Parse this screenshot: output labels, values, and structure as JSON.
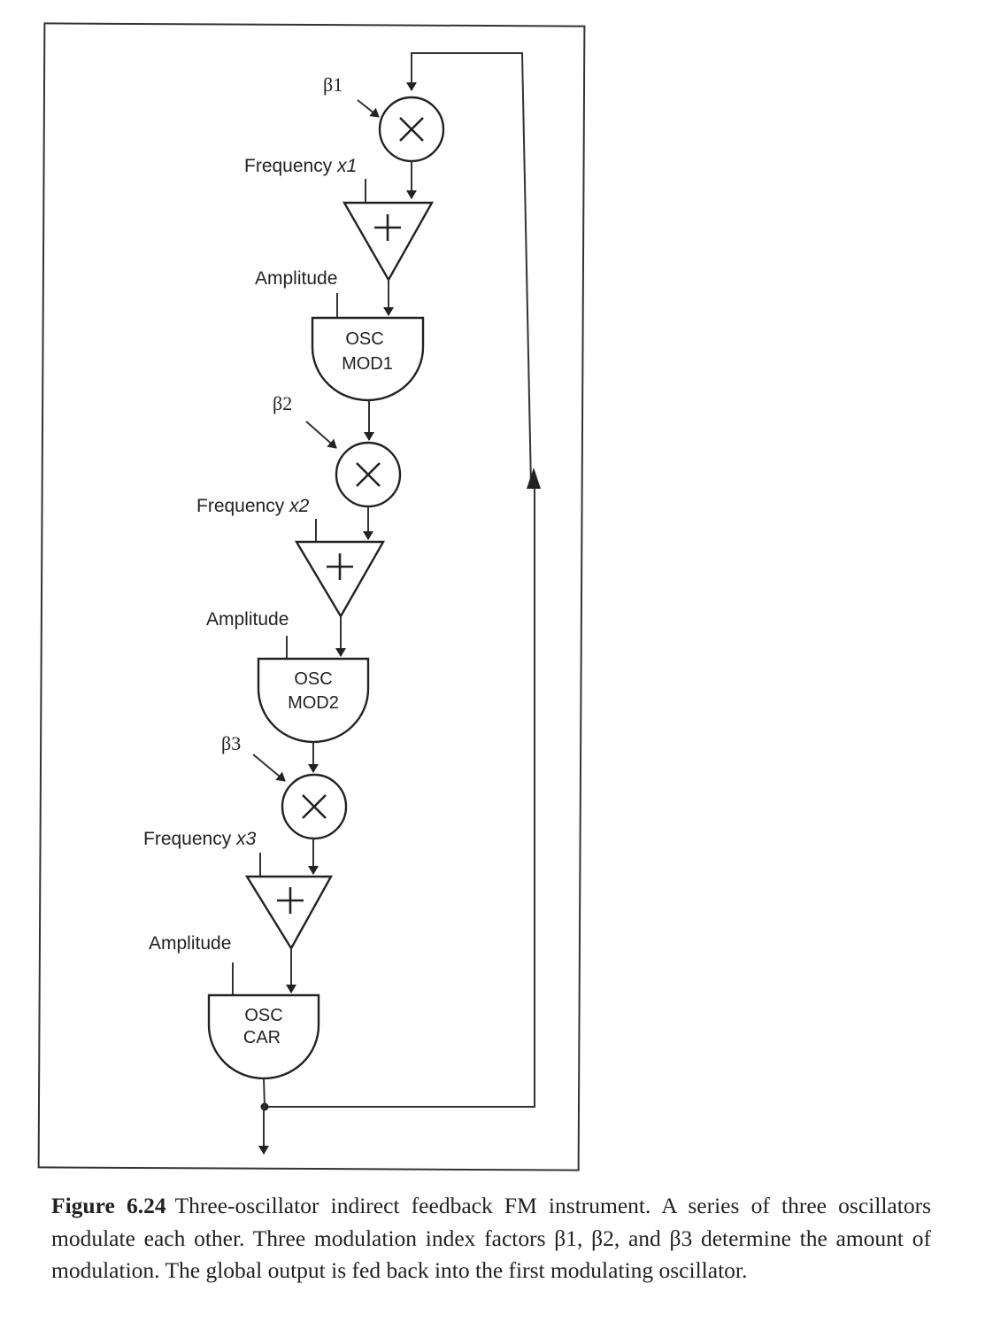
{
  "diagram": {
    "stages": [
      {
        "beta": "β1",
        "freq_text": "Frequency ",
        "freq_var": "x1",
        "amp": "Amplitude",
        "osc_line1": "OSC",
        "osc_line2": "MOD1"
      },
      {
        "beta": "β2",
        "freq_text": "Frequency ",
        "freq_var": "x2",
        "amp": "Amplitude",
        "osc_line1": "OSC",
        "osc_line2": "MOD2"
      },
      {
        "beta": "β3",
        "freq_text": "Frequency ",
        "freq_var": "x3",
        "amp": "Amplitude",
        "osc_line1": "OSC",
        "osc_line2": "CAR"
      }
    ],
    "multiply_symbol": "×",
    "add_symbol": "+"
  },
  "caption": {
    "label": "Figure 6.24",
    "text": "Three-oscillator indirect feedback FM instrument. A series of three oscillators modulate each other. Three modulation index factors β1, β2, and β3 determine the amount of modulation. The global output is fed back into the first modulating oscillator."
  }
}
